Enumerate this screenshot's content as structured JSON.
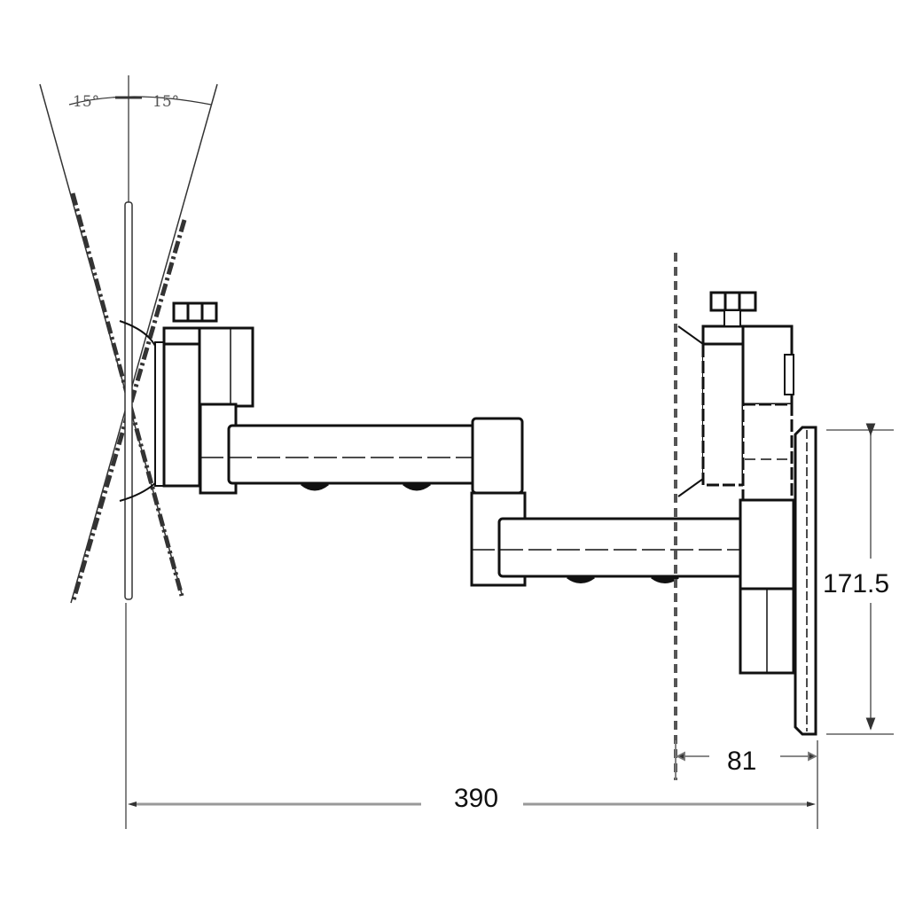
{
  "title": "Articulating wall mount bracket - side view dimension drawing",
  "tilt": {
    "left_angle_label": "15°",
    "right_angle_label": "15°"
  },
  "dimensions": {
    "total_extension": "390",
    "wall_plate_depth": "81",
    "plate_height": "171.5"
  },
  "colors": {
    "line": "#111111",
    "dim_line": "#888888",
    "background": "#ffffff"
  }
}
